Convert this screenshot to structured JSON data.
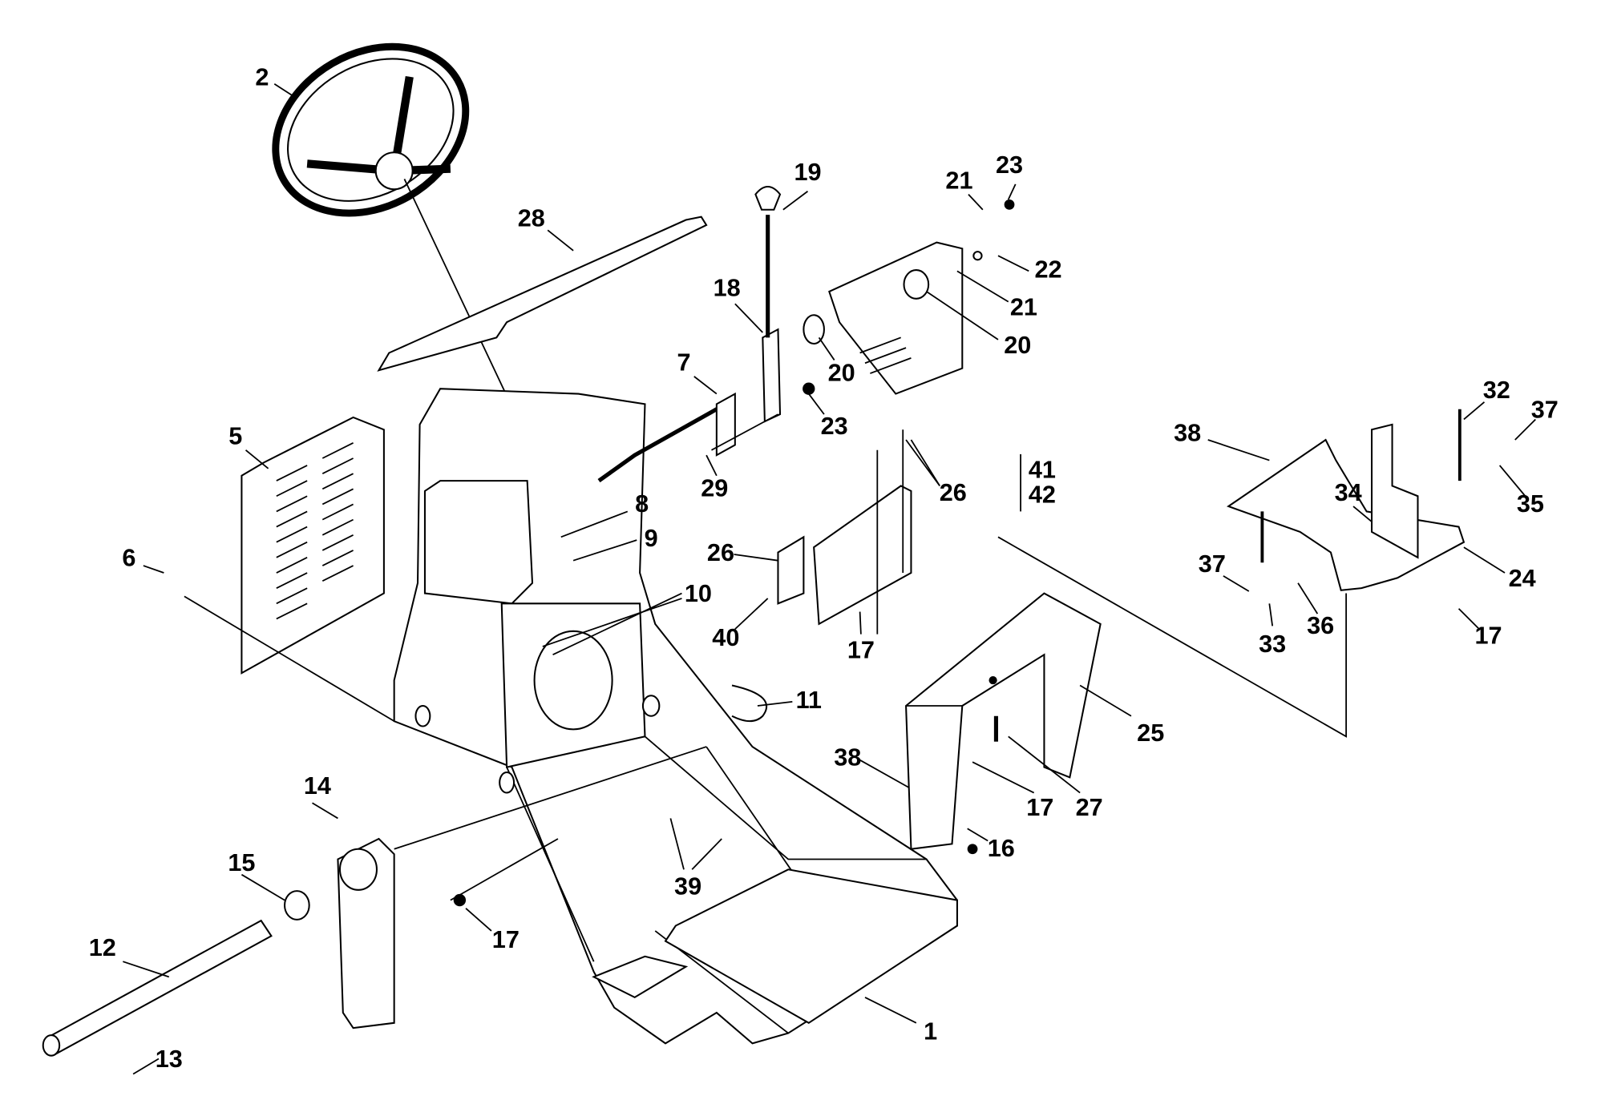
{
  "diagram": {
    "type": "exploded parts view",
    "callouts": [
      "1",
      "2",
      "5",
      "6",
      "7",
      "8",
      "9",
      "10",
      "11",
      "12",
      "13",
      "14",
      "15",
      "16",
      "17",
      "18",
      "19",
      "20",
      "21",
      "22",
      "23",
      "24",
      "25",
      "26",
      "27",
      "28",
      "29",
      "32",
      "33",
      "34",
      "35",
      "36",
      "37",
      "38",
      "39",
      "40",
      "41",
      "42"
    ],
    "labels": {
      "c1": "1",
      "c2": "2",
      "c5": "5",
      "c6": "6",
      "c7": "7",
      "c8": "8",
      "c9": "9",
      "c10": "10",
      "c11": "11",
      "c12": "12",
      "c13": "13",
      "c14": "14",
      "c15": "15",
      "c16": "16",
      "c17a": "17",
      "c17b": "17",
      "c17c": "17",
      "c17d": "17",
      "c18": "18",
      "c19": "19",
      "c20a": "20",
      "c20b": "20",
      "c21a": "21",
      "c21b": "21",
      "c22": "22",
      "c23a": "23",
      "c23b": "23",
      "c24": "24",
      "c25": "25",
      "c26a": "26",
      "c26b": "26",
      "c27": "27",
      "c28": "28",
      "c29": "29",
      "c32": "32",
      "c33": "33",
      "c34": "34",
      "c35": "35",
      "c36": "36",
      "c37a": "37",
      "c37b": "37",
      "c38a": "38",
      "c38b": "38",
      "c39": "39",
      "c40": "40",
      "c41": "41",
      "c42": "42"
    }
  }
}
